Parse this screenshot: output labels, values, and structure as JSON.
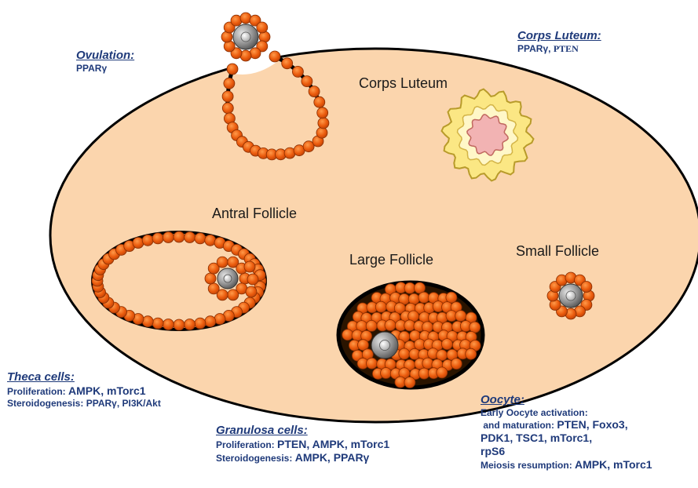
{
  "structures": {
    "corps_luteum": "Corps Luteum",
    "antral_follicle": "Antral Follicle",
    "large_follicle": "Large Follicle",
    "small_follicle": "Small Follicle"
  },
  "annotations": {
    "ovulation": {
      "heading": "Ovulation:",
      "genes": "PPARγ"
    },
    "corps_luteum": {
      "heading": "Corps Luteum:",
      "genes_a": "PPARγ,",
      "genes_b": "PTEN"
    },
    "theca": {
      "heading": "Theca cells:",
      "line1_label": "Proliferation:",
      "line1_genes": "AMPK, mTorc1",
      "line2_label": "Steroidogenesis:",
      "line2_genes": "PPARγ, PI3K/Akt"
    },
    "granulosa": {
      "heading": "Granulosa cells:",
      "line1_label": "Proliferation:",
      "line1_genes": "PTEN, AMPK, mTorc1",
      "line2_label": "Steroidogenesis:",
      "line2_genes": "AMPK, PPARγ"
    },
    "oocyte": {
      "heading": "Oocyte:",
      "line1": "Early Oocyte activation:",
      "line2_label": "and maturation:",
      "line2_genes": "PTEN, Foxo3,",
      "line3": "PDK1, TSC1, mTorc1,",
      "line4": "rpS6",
      "line5_label": "Meiosis resumption:",
      "line5_genes": "AMPK, mTorc1"
    }
  },
  "colors": {
    "ovary_fill": "#fbd5ad",
    "cell_orange": "#ea5a0c",
    "oocyte_gray": "#8e8e8e",
    "corpus_yellow": "#fbe784",
    "corpus_pink": "#f2b3b3",
    "annotation_blue": "#1f3a7a"
  }
}
